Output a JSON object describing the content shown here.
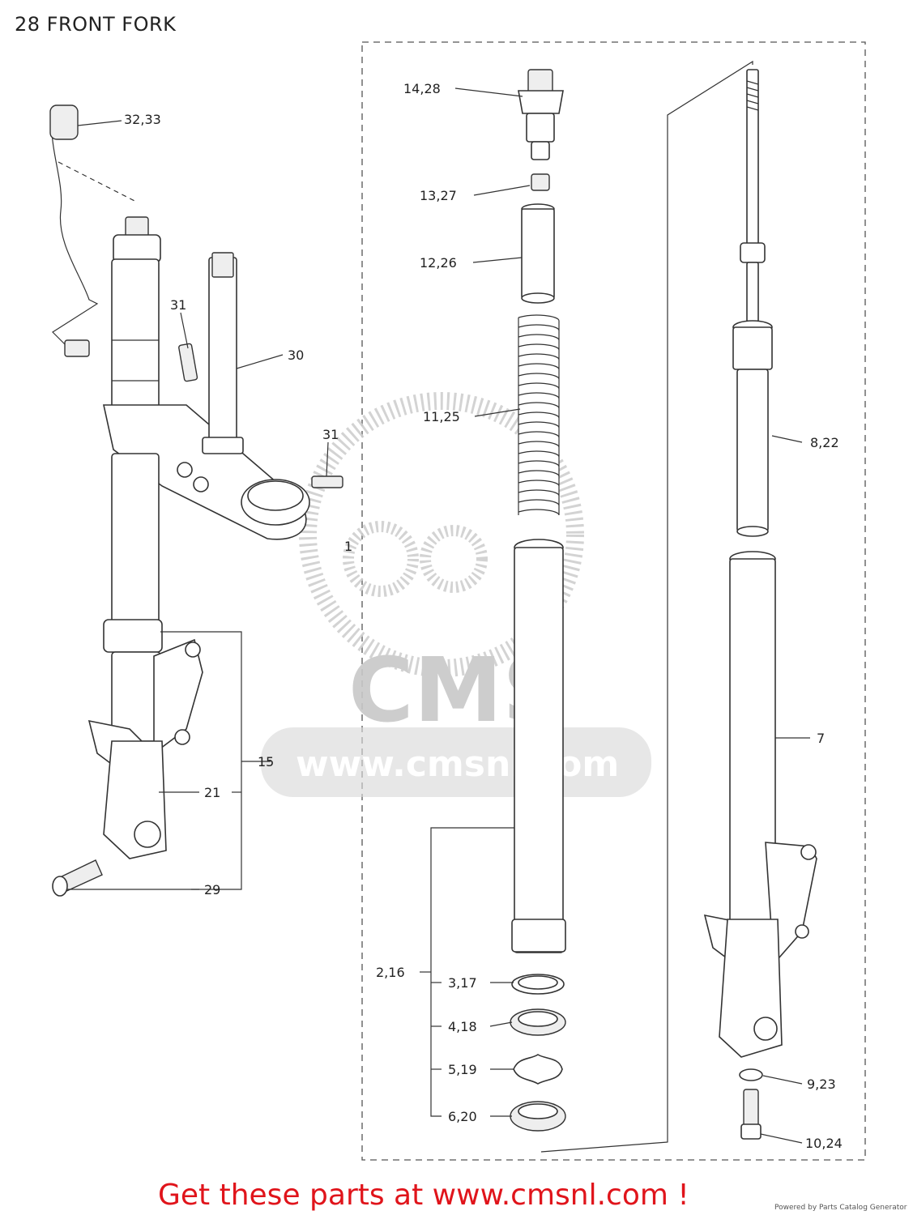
{
  "title": "28 FRONT FORK",
  "callouts": {
    "c14_28": "14,28",
    "c32_33": "32,33",
    "c13_27": "13,27",
    "c12_26": "12,26",
    "c31a": "31",
    "c30": "30",
    "c11_25": "11,25",
    "c31b": "31",
    "c8_22": "8,22",
    "c1": "1",
    "c15": "15",
    "c7": "7",
    "c21": "21",
    "c29": "29",
    "c2_16": "2,16",
    "c3_17": "3,17",
    "c4_18": "4,18",
    "c5_19": "5,19",
    "c6_20": "6,20",
    "c9_23": "9,23",
    "c10_24": "10,24"
  },
  "watermark": {
    "brand": "CMS",
    "url": "www.cmsnl.com"
  },
  "footer": {
    "cta": "Get these parts at www.cmsnl.com !",
    "powered_by": "Powered by Parts Catalog Generator"
  },
  "colors": {
    "cta": "#e0141b",
    "watermark": "#cfcfcf",
    "lines": "#333333"
  }
}
